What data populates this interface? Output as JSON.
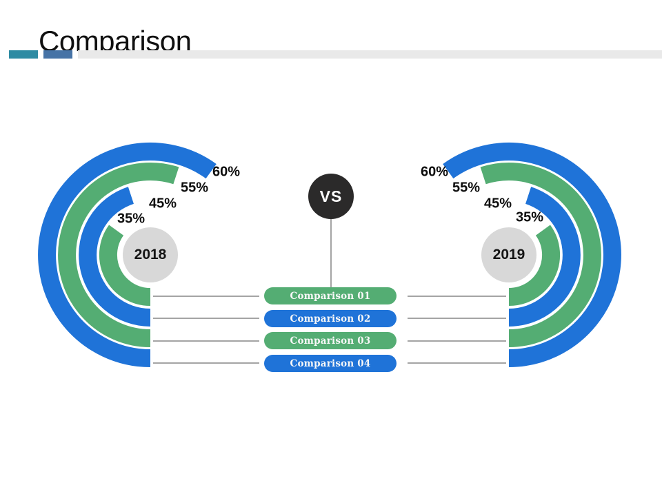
{
  "title": "Comparison",
  "divider": {
    "segments": [
      {
        "name": "teal-segment",
        "color": "#2e8ba3"
      },
      {
        "name": "steel-blue-segment",
        "color": "#4673a6"
      },
      {
        "name": "light-gray-segment",
        "color": "#e9e9e9"
      }
    ]
  },
  "vs_label": "VS",
  "buttons": [
    {
      "label": "Comparison 01",
      "color": "#54ad73"
    },
    {
      "label": "Comparison 02",
      "color": "#1f73d8"
    },
    {
      "label": "Comparison 03",
      "color": "#54ad73"
    },
    {
      "label": "Comparison 04",
      "color": "#1f73d8"
    }
  ],
  "colors": {
    "green": "#54ad73",
    "blue": "#1f73d8",
    "vs_dark": "#2b2a2a",
    "center_circle_gray": "#d8d8d8",
    "connector_line": "#4a4a4a"
  },
  "chart_data": [
    {
      "type": "gauge",
      "side": "left",
      "center_label": "2018",
      "start": "bottom",
      "sweep_direction": "clockwise",
      "max_percent": 100,
      "rings": [
        {
          "category": "Comparison 01",
          "value": 35,
          "label": "35%",
          "color": "#54ad73"
        },
        {
          "category": "Comparison 02",
          "value": 45,
          "label": "45%",
          "color": "#1f73d8"
        },
        {
          "category": "Comparison 03",
          "value": 55,
          "label": "55%",
          "color": "#54ad73"
        },
        {
          "category": "Comparison 04",
          "value": 60,
          "label": "60%",
          "color": "#1f73d8"
        }
      ]
    },
    {
      "type": "gauge",
      "side": "right",
      "center_label": "2019",
      "start": "bottom",
      "sweep_direction": "counterclockwise",
      "max_percent": 100,
      "rings": [
        {
          "category": "Comparison 01",
          "value": 35,
          "label": "35%",
          "color": "#54ad73"
        },
        {
          "category": "Comparison 02",
          "value": 45,
          "label": "45%",
          "color": "#1f73d8"
        },
        {
          "category": "Comparison 03",
          "value": 55,
          "label": "55%",
          "color": "#54ad73"
        },
        {
          "category": "Comparison 04",
          "value": 60,
          "label": "60%",
          "color": "#1f73d8"
        }
      ]
    }
  ]
}
